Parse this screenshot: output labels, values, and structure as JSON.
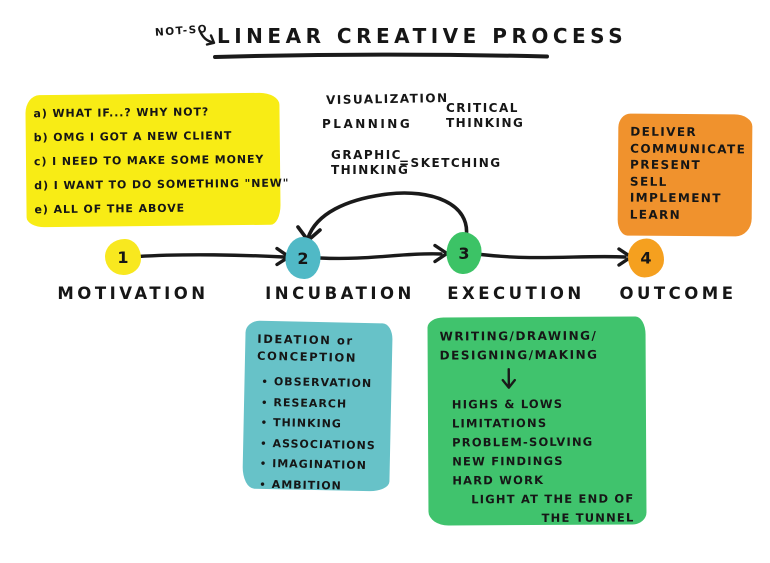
{
  "title": {
    "prefix": "NOT-SO",
    "main": "LINEAR CREATIVE PROCESS"
  },
  "motivation_list": {
    "items": [
      "a) WHAT IF...? WHY NOT?",
      "b) OMG I GOT A NEW CLIENT",
      "c) I NEED TO MAKE SOME MONEY",
      "d) I WANT TO DO SOMETHING \"NEW\"",
      "e) ALL OF THE ABOVE"
    ]
  },
  "skills_notes": {
    "visualization": "VISUALIZATION",
    "planning": "PLANNING",
    "critical_thinking": "CRITICAL THINKING",
    "graphic_thinking": "GRAPHIC THINKING",
    "equals_sketching": "=SKETCHING"
  },
  "outcome_list": {
    "items": [
      "DELIVER",
      "COMMUNICATE",
      "PRESENT",
      "SELL",
      "IMPLEMENT",
      "LEARN"
    ]
  },
  "timeline": {
    "stages": [
      {
        "num": "1",
        "label": "MOTIVATION",
        "color": "#f8e81f"
      },
      {
        "num": "2",
        "label": "INCUBATION",
        "color": "#50b9c6"
      },
      {
        "num": "3",
        "label": "EXECUTION",
        "color": "#3cc366"
      },
      {
        "num": "4",
        "label": "OUTCOME",
        "color": "#f5a01f"
      }
    ]
  },
  "incubation_box": {
    "title_line1": "IDEATION or",
    "title_line2": "CONCEPTION",
    "bullet": "•",
    "items": [
      "OBSERVATION",
      "RESEARCH",
      "THINKING",
      "ASSOCIATIONS",
      "IMAGINATION",
      "AMBITION"
    ],
    "color": "#67c2c8"
  },
  "execution_box": {
    "title_line1": "WRITING/DRAWING/",
    "title_line2": "DESIGNING/MAKING",
    "items": [
      "HIGHS & LOWS",
      "LIMITATIONS",
      "PROBLEM-SOLVING",
      "NEW FINDINGS",
      "HARD WORK",
      "LIGHT AT THE END OF THE TUNNEL"
    ],
    "color": "#40c36d"
  },
  "colors": {
    "yellow": "#f8ec15",
    "teal": "#67c2c8",
    "green": "#40c36d",
    "orange": "#f0922d",
    "ink": "#1a1a1a"
  }
}
